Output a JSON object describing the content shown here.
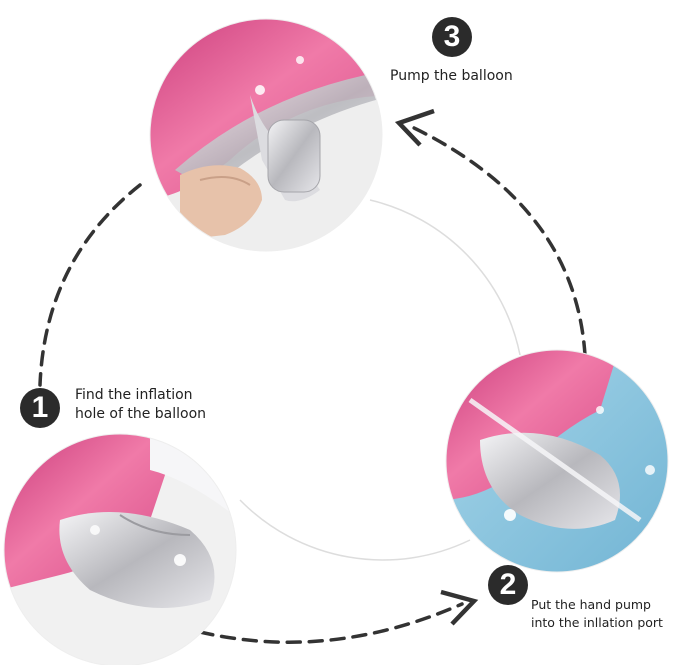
{
  "steps": [
    {
      "number": "1",
      "lines": [
        "Find the inflation",
        "hole of the balloon"
      ]
    },
    {
      "number": "2",
      "lines": [
        "Put the hand pump",
        "into the inllation port"
      ]
    },
    {
      "number": "3",
      "lines": [
        "Pump the balloon"
      ]
    }
  ],
  "colors": {
    "arrow": "#333333",
    "badge": "#2b2b2b",
    "pink": "#e0508a",
    "blue": "#8fc7df",
    "silver": "#c8c8cc"
  },
  "icons": {
    "badge": "numbered-circle",
    "arrow": "dashed-arrow",
    "photo": "balloon-photo"
  }
}
